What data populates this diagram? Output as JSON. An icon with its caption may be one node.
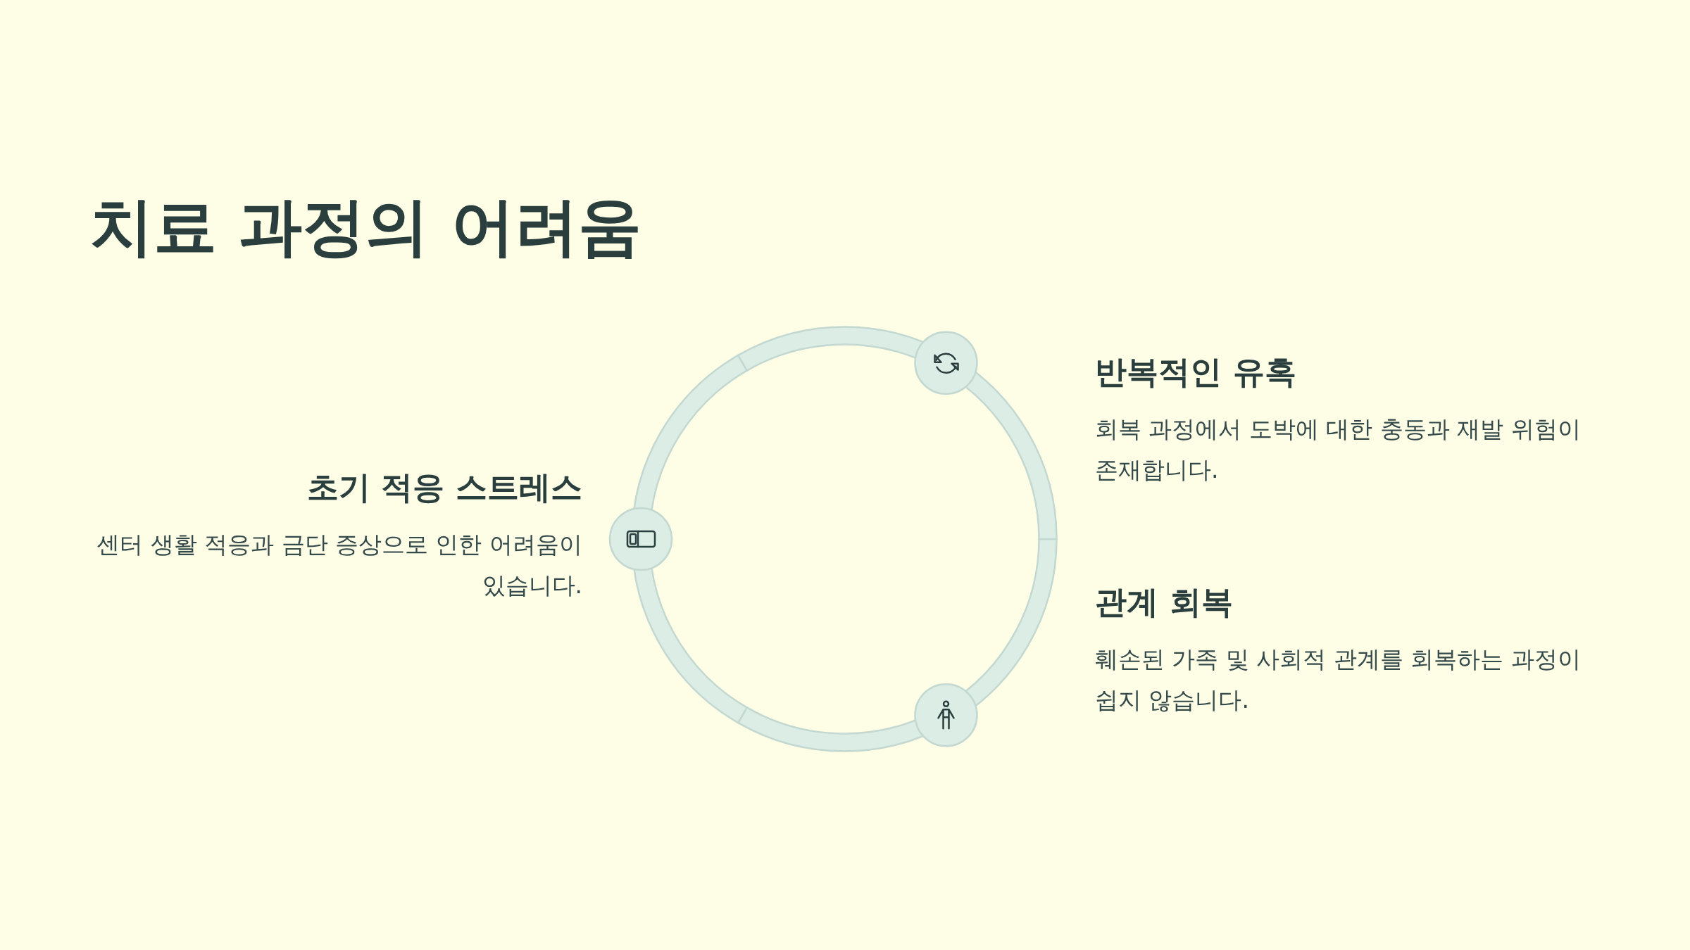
{
  "diagram": {
    "title": "치료 과정의 어려움",
    "nodes": [
      {
        "text": [
          "초기 적응 스트레스",
          "센터 생활 적응과 금단 증상으로 인한 어려움이 있습니다."
        ]
      },
      {
        "text": [
          "반복적인 유혹",
          "회복 과정에서 도박에 대한 충동과 재발 위험이 존재합니다."
        ]
      },
      {
        "text": [
          "관계 회복",
          "훼손된 가족 및 사회적 관계를 회복하는 과정이 쉽지 않습니다."
        ]
      }
    ]
  }
}
